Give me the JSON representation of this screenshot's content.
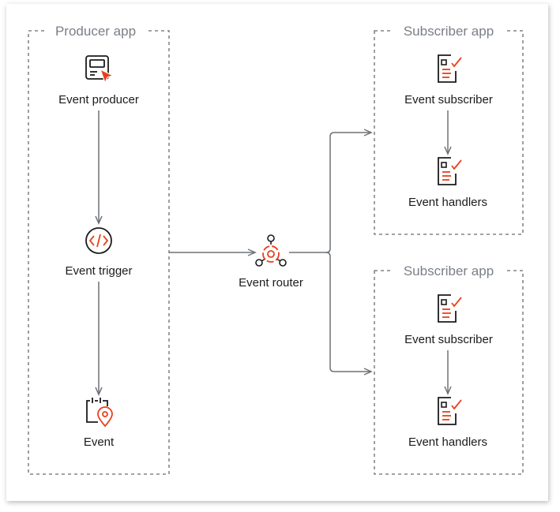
{
  "producer_group": {
    "title": "Producer app",
    "nodes": {
      "producer": "Event producer",
      "trigger": "Event trigger",
      "event": "Event"
    }
  },
  "router": {
    "label": "Event router"
  },
  "subscriber_groups": [
    {
      "title": "Subscriber app",
      "subscriber": "Event subscriber",
      "handlers": "Event handlers"
    },
    {
      "title": "Subscriber app",
      "subscriber": "Event subscriber",
      "handlers": "Event handlers"
    }
  ],
  "icons": {
    "producer": "monitor-cursor-icon",
    "trigger": "code-circle-icon",
    "event": "calendar-pin-icon",
    "router": "router-hub-icon",
    "subscriber": "checklist-doc-icon",
    "handlers": "checklist-doc-icon"
  },
  "colors": {
    "accent": "#e8401c",
    "icon_dark": "#1b1b1b",
    "border_dash": "#6b6b6b",
    "arrow": "#6e7277",
    "group_title": "#7a7f86"
  }
}
